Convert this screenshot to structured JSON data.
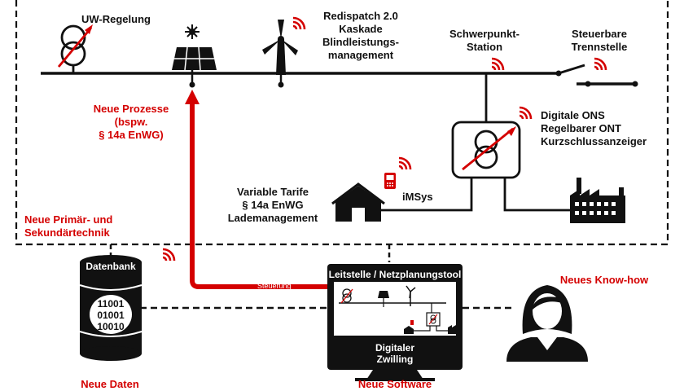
{
  "colors": {
    "accent": "#d40000",
    "ink": "#111111",
    "background": "#ffffff"
  },
  "grid_labels": {
    "uw_regelung": "UW-Regelung",
    "redispatch": "Redispatch 2.0\nKaskade\nBlindleistungs-\nmanagement",
    "schwerpunkt": "Schwerpunkt-\nStation",
    "trennstelle": "Steuerbare\nTrennstelle",
    "ons": "Digitale ONS\nRegelbarer ONT\nKurzschlussanzeiger",
    "tarife": "Variable Tarife\n§ 14a EnWG\nLademanagement",
    "imsys": "iMSys"
  },
  "highlight_labels": {
    "prozesse": "Neue Prozesse\n(bspw.\n§ 14a EnWG)",
    "primaer": "Neue Primär- und\nSekundärtechnik",
    "daten": "Neue Daten",
    "software": "Neue Software",
    "knowhow": "Neues Know-how"
  },
  "database": {
    "title": "Datenbank",
    "binary": "11001\n01001\n10010"
  },
  "monitor": {
    "title": "Leitstelle / Netzplanungstool",
    "subtitle": "Digitaler\nZwilling"
  },
  "arrow_label": "Steuerung",
  "icons": [
    "transformer-icon",
    "solar-panel-icon",
    "wind-turbine-icon",
    "signal-icon",
    "switch-icon",
    "house-icon",
    "smart-meter-icon",
    "factory-icon",
    "database-icon",
    "monitor-icon",
    "person-icon"
  ]
}
